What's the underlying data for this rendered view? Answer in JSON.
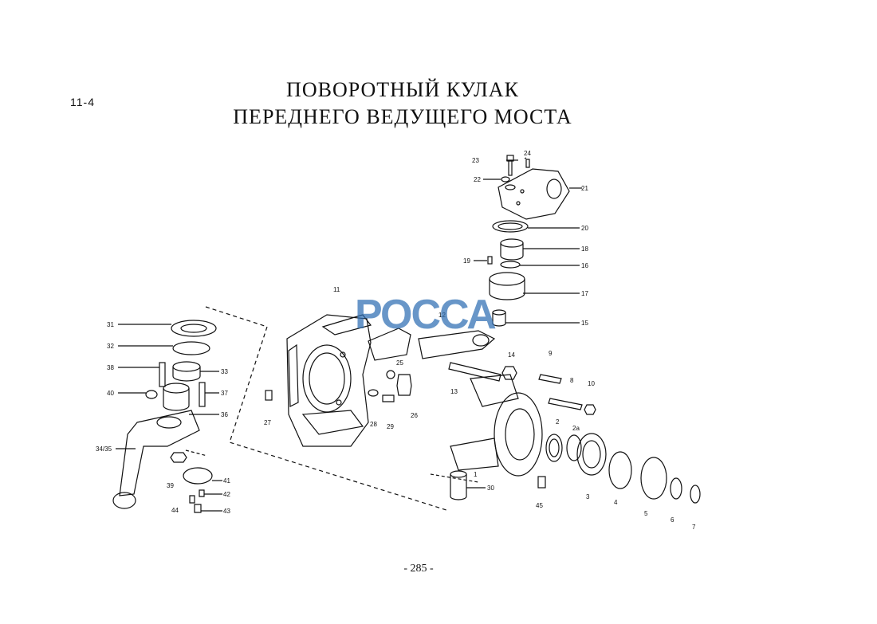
{
  "page": {
    "section": "11-4",
    "title_line1": "ПОВОРОТНЫЙ  КУЛАК",
    "title_line2": "ПЕРЕДНЕГО  ВЕДУЩЕГО  МОСТА",
    "page_number": "- 285 -"
  },
  "watermark": "РОССА",
  "callouts": [
    "1",
    "2",
    "2a",
    "3",
    "4",
    "5",
    "6",
    "7",
    "8",
    "9",
    "10",
    "11",
    "12",
    "13",
    "14",
    "15",
    "16",
    "17",
    "18",
    "19",
    "20",
    "21",
    "22",
    "23",
    "24",
    "25",
    "26",
    "27",
    "28",
    "29",
    "30",
    "31",
    "32",
    "33",
    "34/35",
    "36",
    "37",
    "38",
    "39",
    "40",
    "41",
    "42",
    "43",
    "44",
    "45"
  ]
}
